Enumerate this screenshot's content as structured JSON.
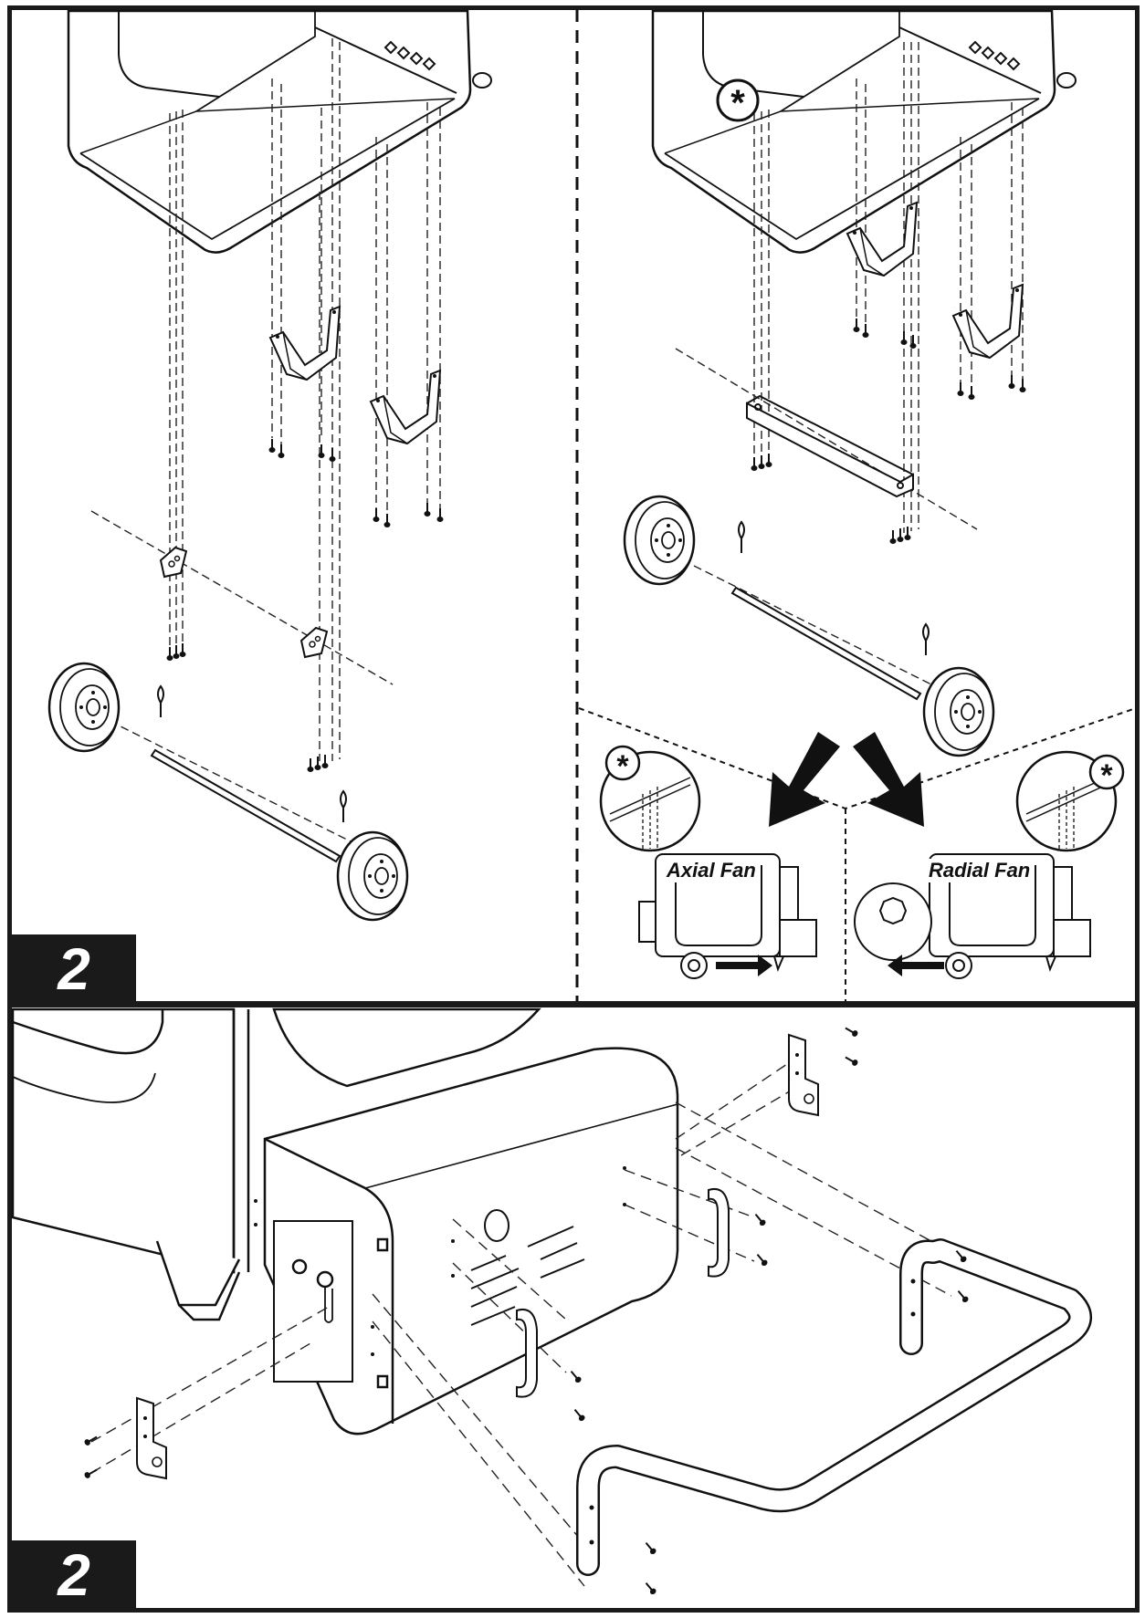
{
  "steps": {
    "top_badge": "2",
    "bottom_badge": "2"
  },
  "fan_options": {
    "axial_label": "Axial Fan",
    "radial_label": "Radial Fan"
  },
  "callouts": {
    "marker_symbol": "*"
  },
  "icons": [
    "asterisk-callout-icon",
    "arrow-down-left-icon",
    "arrow-down-right-icon",
    "arrow-right-icon",
    "arrow-left-icon"
  ],
  "colors": {
    "line": "#1a1a1a",
    "background": "#ffffff"
  }
}
